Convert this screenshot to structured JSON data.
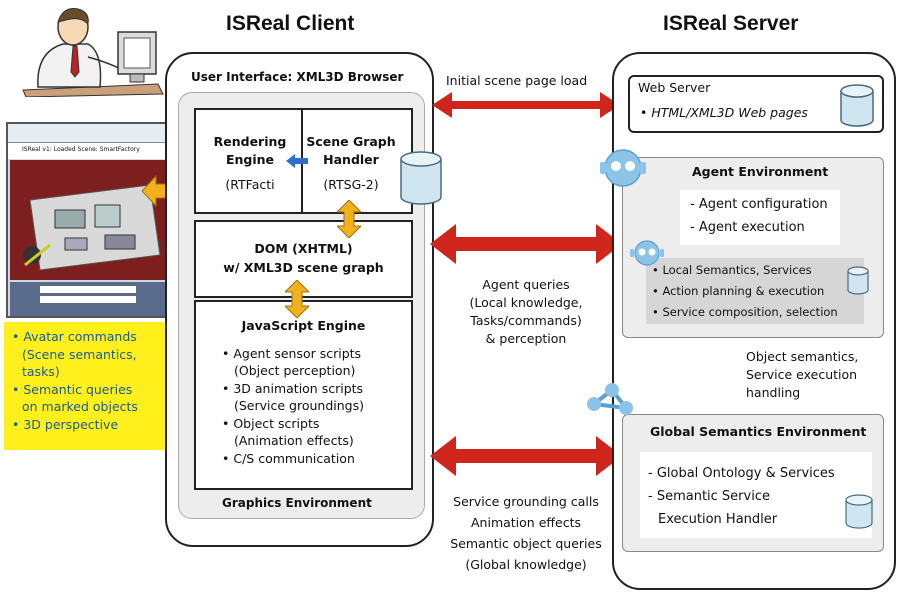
{
  "titles": {
    "client": "ISReal Client",
    "server": "ISReal Server"
  },
  "client": {
    "ui_title": "User Interface: XML3D Browser",
    "rendering_engine": [
      "Rendering",
      "Engine",
      "(RTFacti"
    ],
    "scene_graph_handler": [
      "Scene Graph",
      "Handler",
      "(RTSG-2)"
    ],
    "dom": [
      "DOM  (XHTML)",
      "w/ XML3D scene graph"
    ],
    "js_engine_title": "JavaScript Engine",
    "js_engine_items": [
      "• Agent sensor scripts",
      "(Object perception)",
      "• 3D animation scripts",
      "(Service groundings)",
      "• Object scripts",
      "(Animation effects)",
      "• C/S communication"
    ],
    "graphics_env": "Graphics Environment"
  },
  "screenshot": {
    "window_title": "ISReal v1: Loaded Scene: SmartFactory"
  },
  "yellow_box": [
    "• Avatar commands",
    "(Scene semantics,",
    "tasks)",
    "• Semantic queries",
    "on marked objects",
    "• 3D perspective"
  ],
  "middle": {
    "initial_load": "Initial scene page load",
    "agent_queries": [
      "Agent queries",
      "(Local knowledge,",
      "Tasks/commands)",
      "& perception"
    ],
    "service_calls": [
      "Service grounding calls",
      "Animation effects",
      "Semantic object queries",
      "(Global knowledge)"
    ]
  },
  "server": {
    "web_server_title": "Web Server",
    "web_server_item": "• HTML/XML3D Web pages",
    "agent_env_title": "Agent Environment",
    "agent_env_items": [
      "- Agent configuration",
      "- Agent execution"
    ],
    "local_items": [
      "• Local Semantics, Services",
      "• Action planning & execution",
      "• Service composition, selection"
    ],
    "object_semantics": [
      "Object semantics,",
      "Service execution",
      "handling"
    ],
    "global_env_title": "Global Semantics Environment",
    "global_items": [
      "- Global Ontology & Services",
      "- Semantic Service",
      "Execution Handler"
    ]
  }
}
